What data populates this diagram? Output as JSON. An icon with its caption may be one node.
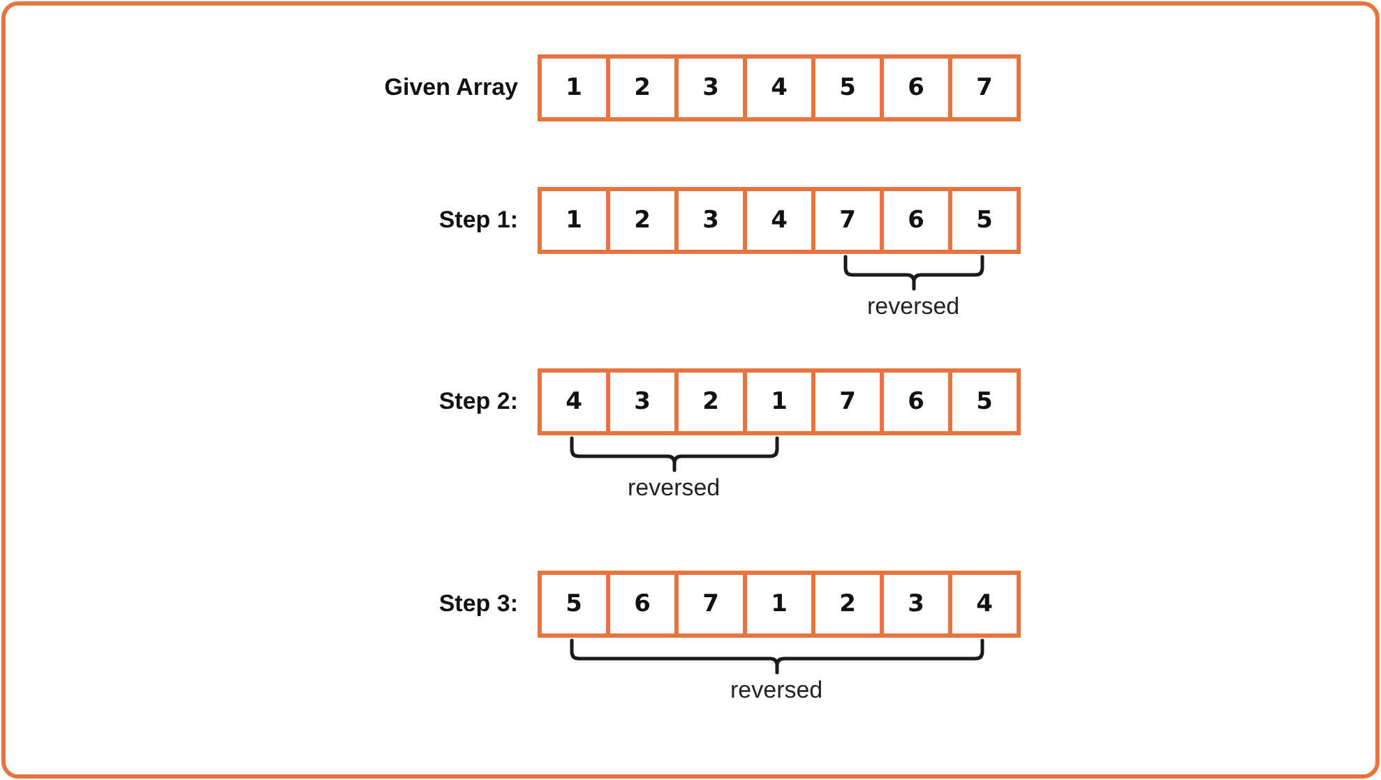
{
  "diagram": {
    "nodes": [
      {
        "text": [
          "1"
        ]
      },
      {
        "text": [
          "2"
        ]
      },
      {
        "text": [
          "3"
        ]
      },
      {
        "text": [
          "4"
        ]
      },
      {
        "text": [
          "5"
        ]
      },
      {
        "text": [
          "6"
        ]
      },
      {
        "text": [
          "7"
        ]
      },
      {
        "text": [
          "1"
        ]
      },
      {
        "text": [
          "2"
        ]
      },
      {
        "text": [
          "3"
        ]
      },
      {
        "text": [
          "4"
        ]
      },
      {
        "text": [
          "7"
        ]
      },
      {
        "text": [
          "6"
        ]
      },
      {
        "text": [
          "5"
        ]
      },
      {
        "text": [
          "4"
        ]
      },
      {
        "text": [
          "3"
        ]
      },
      {
        "text": [
          "2"
        ]
      },
      {
        "text": [
          "1"
        ]
      },
      {
        "text": [
          "7"
        ]
      },
      {
        "text": [
          "6"
        ]
      },
      {
        "text": [
          "5"
        ]
      },
      {
        "text": [
          "5"
        ]
      },
      {
        "text": [
          "6"
        ]
      },
      {
        "text": [
          "7"
        ]
      },
      {
        "text": [
          "1"
        ]
      },
      {
        "text": [
          "2"
        ]
      },
      {
        "text": [
          "3"
        ]
      },
      {
        "text": [
          "4"
        ]
      }
    ],
    "labels": [
      "Given Array",
      "Step 1:",
      "reversed",
      "Step 2:",
      "reversed",
      "Step 3:",
      "reversed"
    ]
  }
}
